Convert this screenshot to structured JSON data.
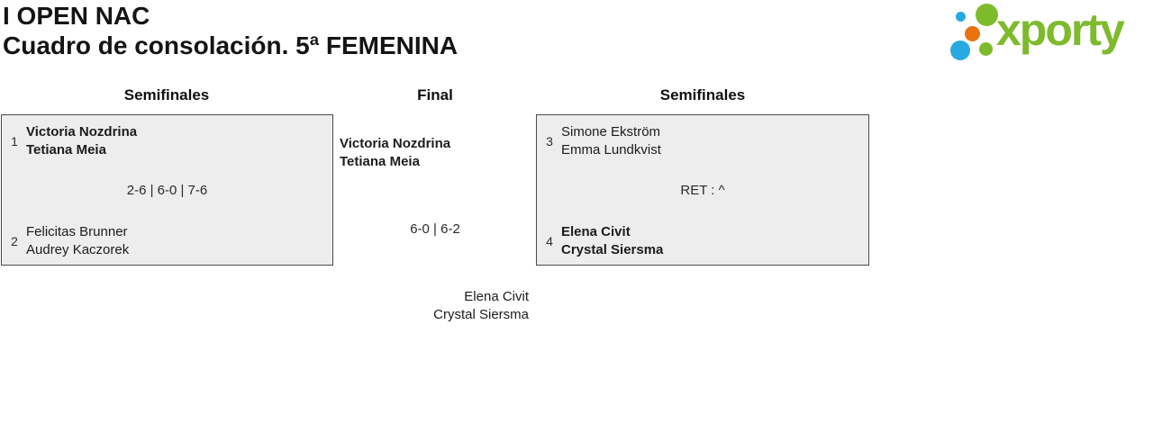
{
  "header": {
    "title_line1": "I OPEN NAC",
    "title_line2": "Cuadro de consolación. 5ª FEMENINA"
  },
  "logo": {
    "text": "xporty",
    "colors": {
      "green": "#7dbb2d",
      "blue": "#29a9e1",
      "orange": "#e8720e"
    }
  },
  "bracket": {
    "round_headers": [
      {
        "label": "Semifinales"
      },
      {
        "label": "Final"
      },
      {
        "label": "Semifinales"
      }
    ],
    "semifinal_left": {
      "team1": {
        "seed": "1",
        "player1": "Victoria Nozdrina",
        "player2": "Tetiana Meia",
        "winner": true
      },
      "score": "2-6 | 6-0 | 7-6",
      "team2": {
        "seed": "2",
        "player1": "Felicitas Brunner",
        "player2": "Audrey Kaczorek",
        "winner": false
      }
    },
    "final": {
      "team1": {
        "player1": "Victoria Nozdrina",
        "player2": "Tetiana Meia",
        "winner": true
      },
      "score": "6-0 | 6-2",
      "team2": {
        "player1": "Elena Civit",
        "player2": "Crystal Siersma",
        "winner": false
      }
    },
    "semifinal_right": {
      "team1": {
        "seed": "3",
        "player1": "Simone Ekström",
        "player2": "Emma Lundkvist",
        "winner": false
      },
      "score": "RET : ^",
      "team2": {
        "seed": "4",
        "player1": "Elena Civit",
        "player2": "Crystal Siersma",
        "winner": true
      }
    }
  }
}
